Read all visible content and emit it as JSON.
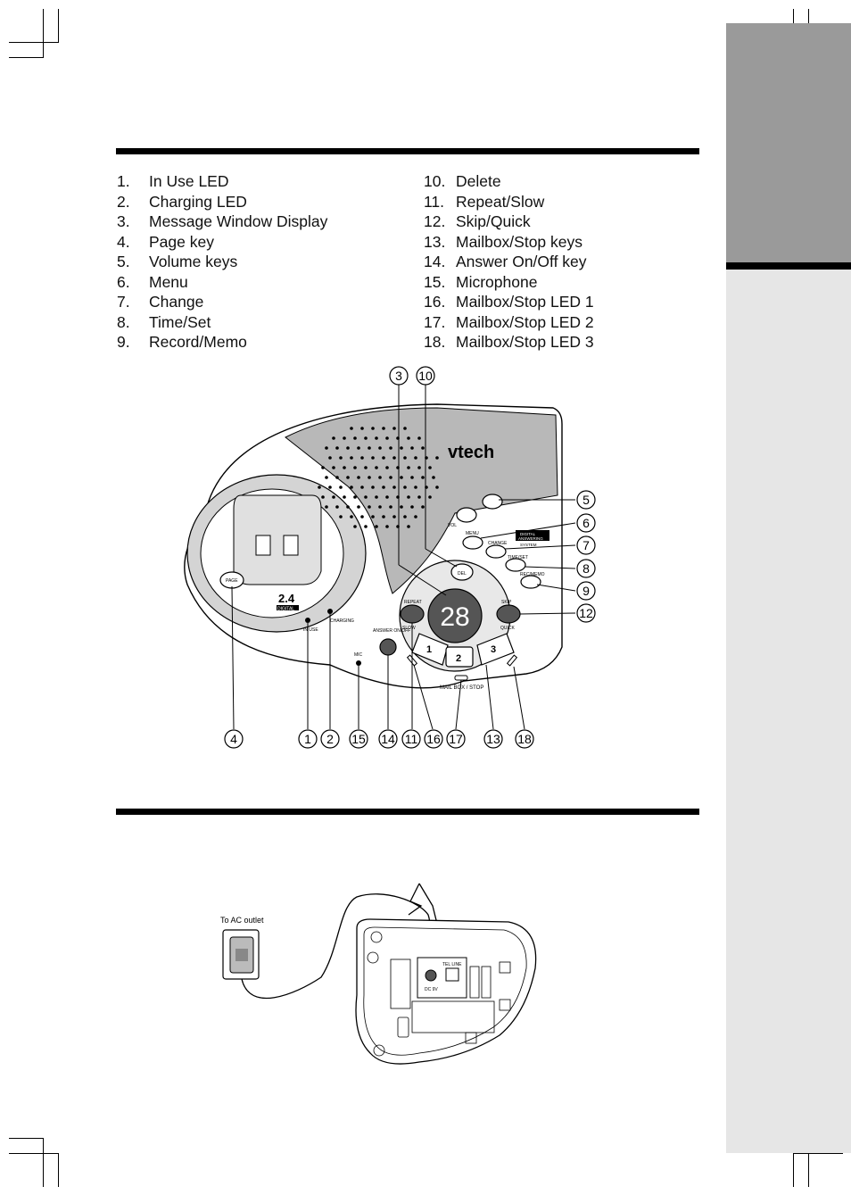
{
  "legend_left": [
    {
      "num": "1.",
      "label": "In Use LED"
    },
    {
      "num": "2.",
      "label": "Charging LED"
    },
    {
      "num": "3.",
      "label": "Message Window Display"
    },
    {
      "num": "4.",
      "label": "Page key"
    },
    {
      "num": "5.",
      "label": "Volume keys"
    },
    {
      "num": "6.",
      "label": "Menu"
    },
    {
      "num": "7.",
      "label": "Change"
    },
    {
      "num": "8.",
      "label": "Time/Set"
    },
    {
      "num": "9.",
      "label": "Record/Memo"
    }
  ],
  "legend_right": [
    {
      "num": "10.",
      "label": "Delete"
    },
    {
      "num": "11.",
      "label": "Repeat/Slow"
    },
    {
      "num": "12.",
      "label": "Skip/Quick"
    },
    {
      "num": "13.",
      "label": "Mailbox/Stop keys"
    },
    {
      "num": "14.",
      "label": "Answer On/Off key"
    },
    {
      "num": "15.",
      "label": "Microphone"
    },
    {
      "num": "16.",
      "label": "Mailbox/Stop LED 1"
    },
    {
      "num": "17.",
      "label": "Mailbox/Stop LED 2"
    },
    {
      "num": "18.",
      "label": "Mailbox/Stop LED 3"
    }
  ],
  "diagram": {
    "brand": "vtech",
    "display_digits": "28",
    "labels": {
      "vol": "VOL",
      "menu": "MENU",
      "change": "CHANGE",
      "time_set": "TIME/SET",
      "rec_memo": "REC/MEMO",
      "del": "DEL",
      "page": "PAGE",
      "repeat": "REPEAT",
      "slow": "SLOW",
      "skip": "SKIP",
      "quick": "QUICK",
      "in_use": "IN USE",
      "charging": "CHARGING",
      "mic": "MIC",
      "answer": "ANSWER ON/OFF",
      "mailbox_stop": "MAIL BOX / STOP",
      "das_line1": "DIGITAL",
      "das_line2": "ANSWERING",
      "das_line3": "SYSTEM",
      "badge_big": "2.4",
      "badge_small": "DIGITAL",
      "mb1": "1",
      "mb2": "2",
      "mb3": "3"
    },
    "callouts_top": [
      "3",
      "10"
    ],
    "callouts_right": [
      "5",
      "6",
      "7",
      "8",
      "9",
      "12"
    ],
    "callouts_bottom": [
      "4",
      "1",
      "2",
      "15",
      "14",
      "11",
      "16",
      "17",
      "13",
      "18"
    ]
  },
  "install": {
    "ac_label": "To AC outlet",
    "tel_line": "TEL LINE",
    "dc_label": "DC 9V"
  }
}
